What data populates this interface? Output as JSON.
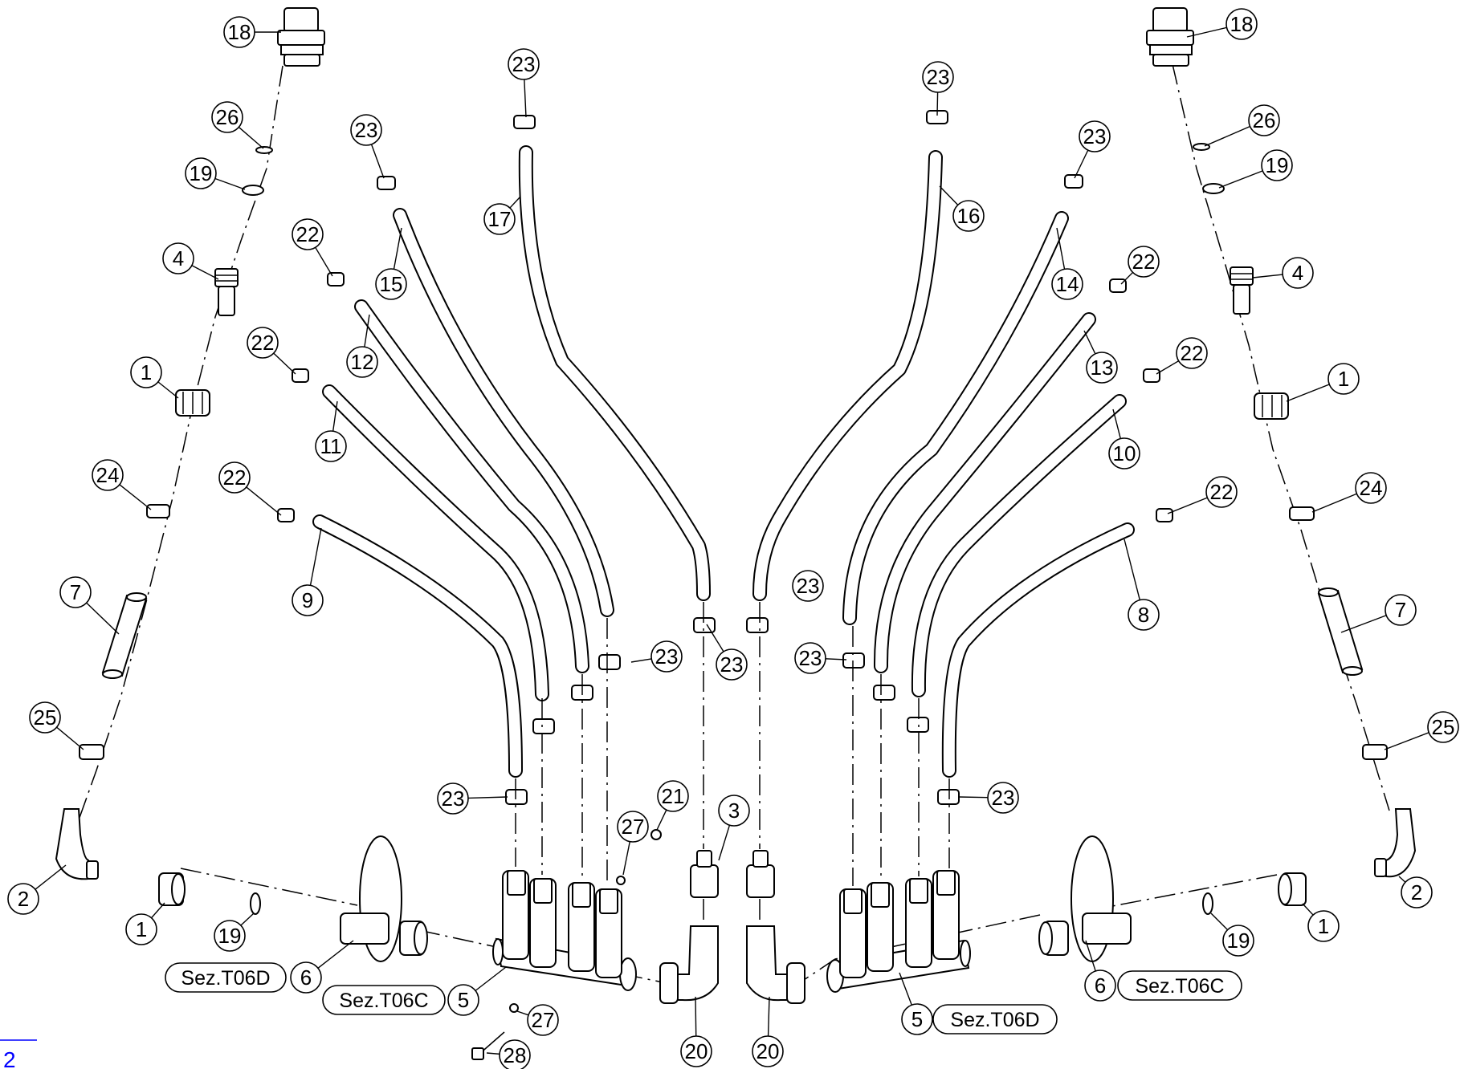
{
  "callouts": [
    {
      "id": "c-18-l",
      "n": "18"
    },
    {
      "id": "c-26-l",
      "n": "26"
    },
    {
      "id": "c-19-l",
      "n": "19"
    },
    {
      "id": "c-4-l",
      "n": "4"
    },
    {
      "id": "c-1-l",
      "n": "1"
    },
    {
      "id": "c-24-l",
      "n": "24"
    },
    {
      "id": "c-7-l",
      "n": "7"
    },
    {
      "id": "c-25-l",
      "n": "25"
    },
    {
      "id": "c-2-l",
      "n": "2"
    },
    {
      "id": "c-1-lb",
      "n": "1"
    },
    {
      "id": "c-19-lb",
      "n": "19"
    },
    {
      "id": "c-6-l",
      "n": "6"
    },
    {
      "id": "c-5-l",
      "n": "5"
    },
    {
      "id": "c-23-a",
      "n": "23"
    },
    {
      "id": "c-23-b",
      "n": "23"
    },
    {
      "id": "c-23-c",
      "n": "23"
    },
    {
      "id": "c-17",
      "n": "17"
    },
    {
      "id": "c-15",
      "n": "15"
    },
    {
      "id": "c-22-a",
      "n": "22"
    },
    {
      "id": "c-12",
      "n": "12"
    },
    {
      "id": "c-22-b",
      "n": "22"
    },
    {
      "id": "c-11",
      "n": "11"
    },
    {
      "id": "c-22-c",
      "n": "22"
    },
    {
      "id": "c-9",
      "n": "9"
    },
    {
      "id": "c-23-d",
      "n": "23"
    },
    {
      "id": "c-23-e",
      "n": "23"
    },
    {
      "id": "c-23-f",
      "n": "23"
    },
    {
      "id": "c-23-g",
      "n": "23"
    },
    {
      "id": "c-23-h",
      "n": "23"
    },
    {
      "id": "c-21",
      "n": "21"
    },
    {
      "id": "c-27-a",
      "n": "27"
    },
    {
      "id": "c-27-b",
      "n": "27"
    },
    {
      "id": "c-28",
      "n": "28"
    },
    {
      "id": "c-3",
      "n": "3"
    },
    {
      "id": "c-20-a",
      "n": "20"
    },
    {
      "id": "c-20-b",
      "n": "20"
    },
    {
      "id": "c-23-i",
      "n": "23"
    },
    {
      "id": "c-23-j",
      "n": "23"
    },
    {
      "id": "c-16",
      "n": "16"
    },
    {
      "id": "c-14",
      "n": "14"
    },
    {
      "id": "c-22-d",
      "n": "22"
    },
    {
      "id": "c-13",
      "n": "13"
    },
    {
      "id": "c-22-e",
      "n": "22"
    },
    {
      "id": "c-10",
      "n": "10"
    },
    {
      "id": "c-22-f",
      "n": "22"
    },
    {
      "id": "c-8",
      "n": "8"
    },
    {
      "id": "c-18-r",
      "n": "18"
    },
    {
      "id": "c-26-r",
      "n": "26"
    },
    {
      "id": "c-19-r",
      "n": "19"
    },
    {
      "id": "c-4-r",
      "n": "4"
    },
    {
      "id": "c-1-r",
      "n": "1"
    },
    {
      "id": "c-24-r",
      "n": "24"
    },
    {
      "id": "c-7-r",
      "n": "7"
    },
    {
      "id": "c-25-r",
      "n": "25"
    },
    {
      "id": "c-2-r",
      "n": "2"
    },
    {
      "id": "c-1-rb",
      "n": "1"
    },
    {
      "id": "c-19-rb",
      "n": "19"
    },
    {
      "id": "c-6-r",
      "n": "6"
    },
    {
      "id": "c-5-r",
      "n": "5"
    }
  ],
  "section_refs": [
    {
      "id": "ref-6-l",
      "text": "Sez.T06D"
    },
    {
      "id": "ref-5-l",
      "text": "Sez.T06C"
    },
    {
      "id": "ref-6-r",
      "text": "Sez.T06C"
    },
    {
      "id": "ref-5-r",
      "text": "Sez.T06D"
    }
  ],
  "corner_text": "2",
  "colors": {
    "line": "#000000",
    "background": "#ffffff",
    "link": "#0000ff"
  }
}
